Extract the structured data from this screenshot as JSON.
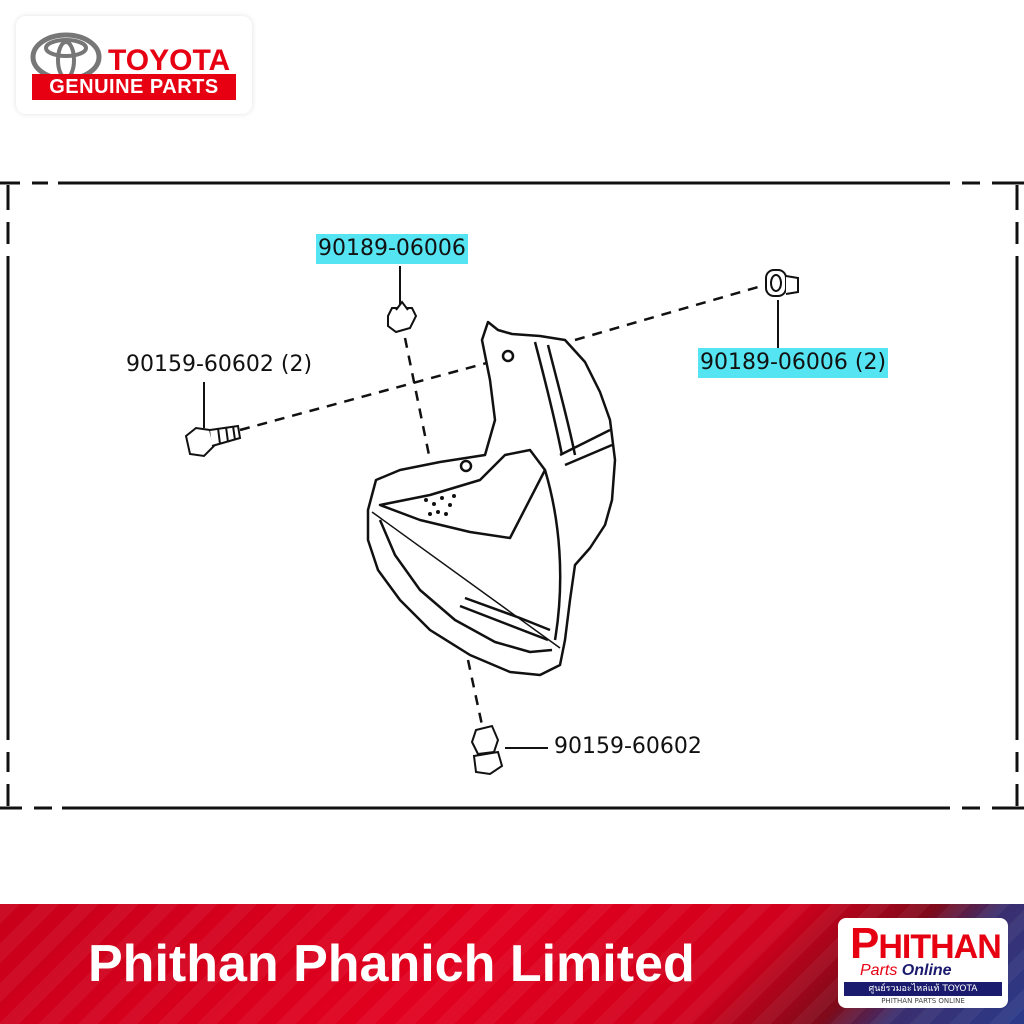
{
  "logo": {
    "brand": "TOYOTA",
    "tagline": "GENUINE PARTS",
    "emblem_icon": "toyota-emblem-icon",
    "color": "#e60012"
  },
  "diagram": {
    "labels": [
      {
        "id": "top",
        "text": "90189-06006",
        "highlighted": true
      },
      {
        "id": "right",
        "text": "90189-06006 (2)",
        "highlighted": true
      },
      {
        "id": "left",
        "text": "90159-60602 (2)",
        "highlighted": false
      },
      {
        "id": "bottom",
        "text": "90159-60602",
        "highlighted": false
      }
    ],
    "highlight_color": "#55e5f2"
  },
  "footer": {
    "title": "Phithan Phanich Limited",
    "badge": {
      "brand_p": "P",
      "brand_rest": "HITHAN",
      "sub_parts": "Parts",
      "sub_online": "Online",
      "tag_line": "ศูนย์รวมอะไหล่แท้ TOYOTA",
      "tag_line2": "PHITHAN PARTS ONLINE"
    }
  }
}
